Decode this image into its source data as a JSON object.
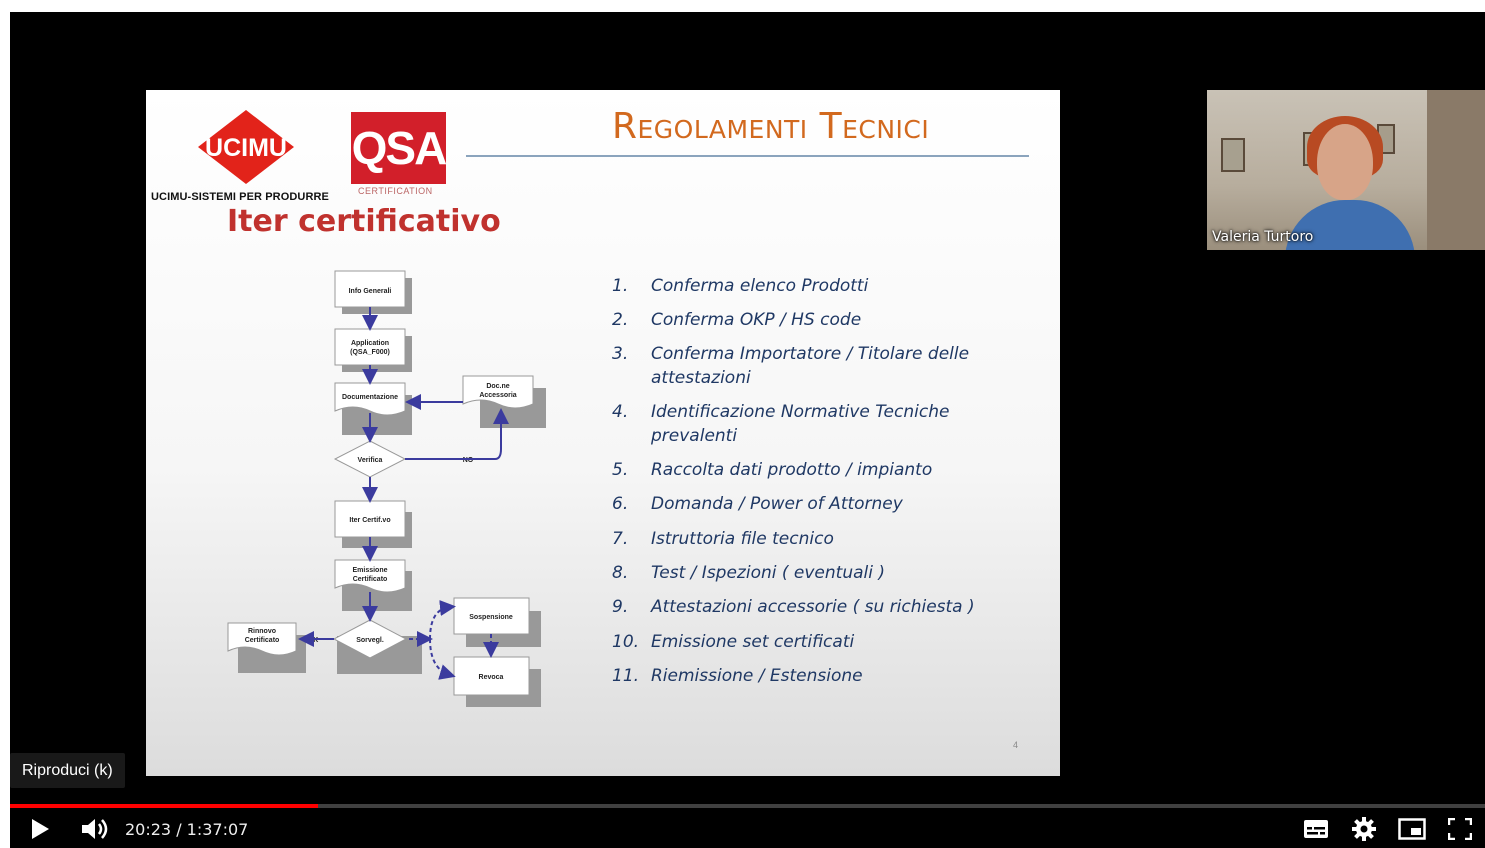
{
  "slide": {
    "logo_ucimu": "UCIMU",
    "ucimu_caption": "UCIMU-SISTEMI PER PRODURRE",
    "logo_qsa": "QSA",
    "qsa_caption": "CERTIFICATION",
    "title": "Regolamenti Tecnici",
    "heading": "Iter certificativo",
    "page_number": "4",
    "flowchart": {
      "info_generali": "Info Generali",
      "application_1": "Application",
      "application_2": "(QSA_F000)",
      "documentazione": "Documentazione",
      "docne_1": "Doc.ne",
      "docne_2": "Accessoria",
      "verifica": "Verifica",
      "no_label": "NO",
      "iter_certifvo": "Iter Certif.vo",
      "emissione_1": "Emissione",
      "emissione_2": "Certificato",
      "sorvegl": "Sorvegl.",
      "ok_label": "OK",
      "rinnovo_1": "Rinnovo",
      "rinnovo_2": "Certificato",
      "sospensione": "Sospensione",
      "revoca": "Revoca"
    },
    "steps": [
      {
        "num": "1.",
        "text": "Conferma elenco Prodotti"
      },
      {
        "num": "2.",
        "text": "Conferma OKP / HS code"
      },
      {
        "num": "3.",
        "text": "Conferma Importatore / Titolare delle attestazioni"
      },
      {
        "num": "4.",
        "text": "Identificazione Normative Tecniche prevalenti"
      },
      {
        "num": "5.",
        "text": "Raccolta dati prodotto / impianto"
      },
      {
        "num": "6.",
        "text": "Domanda / Power of Attorney"
      },
      {
        "num": "7.",
        "text": "Istruttoria file tecnico"
      },
      {
        "num": "8.",
        "text": "Test / Ispezioni ( eventuali )"
      },
      {
        "num": "9.",
        "text": "Attestazioni accessorie ( su richiesta )"
      },
      {
        "num": "10.",
        "text": "Emissione set certificati"
      },
      {
        "num": "11.",
        "text": "Riemissione / Estensione"
      }
    ]
  },
  "webcam": {
    "participant_name": "Valeria Turtoro"
  },
  "player": {
    "tooltip": "Riproduci (k)",
    "current_time": "20:23",
    "duration": "1:37:07",
    "time_display": "20:23 / 1:37:07",
    "progress_played_fraction": 0.2085,
    "progress_loaded_fraction": 0.2085,
    "accent_color": "#ff0000",
    "icons": [
      "play-icon",
      "volume-icon",
      "subtitles-icon",
      "settings-icon",
      "miniplayer-icon",
      "fullscreen-icon"
    ]
  }
}
